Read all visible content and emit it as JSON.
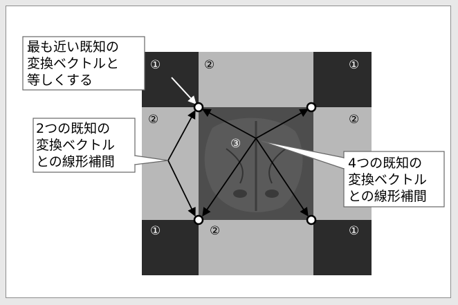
{
  "regions": {
    "corner_tl": "①",
    "corner_tr": "①",
    "corner_bl": "①",
    "corner_br": "①",
    "edge_top": "②",
    "edge_left": "②",
    "edge_right": "②",
    "edge_bottom": "②",
    "center": "③"
  },
  "callouts": {
    "nearest": [
      "最も近い既知の",
      "変換ベクトルと",
      "等しくする"
    ],
    "two_vectors": [
      "2つの既知の",
      "変換ベクトル",
      "との線形補間"
    ],
    "four_vectors": [
      "4つの既知の",
      "変換ベクトル",
      "との線形補間"
    ]
  },
  "colors": {
    "corner": "#2b2b2b",
    "edge": "#b8b8b8",
    "center": "#4a4a4a",
    "callout_border": "#666666"
  }
}
